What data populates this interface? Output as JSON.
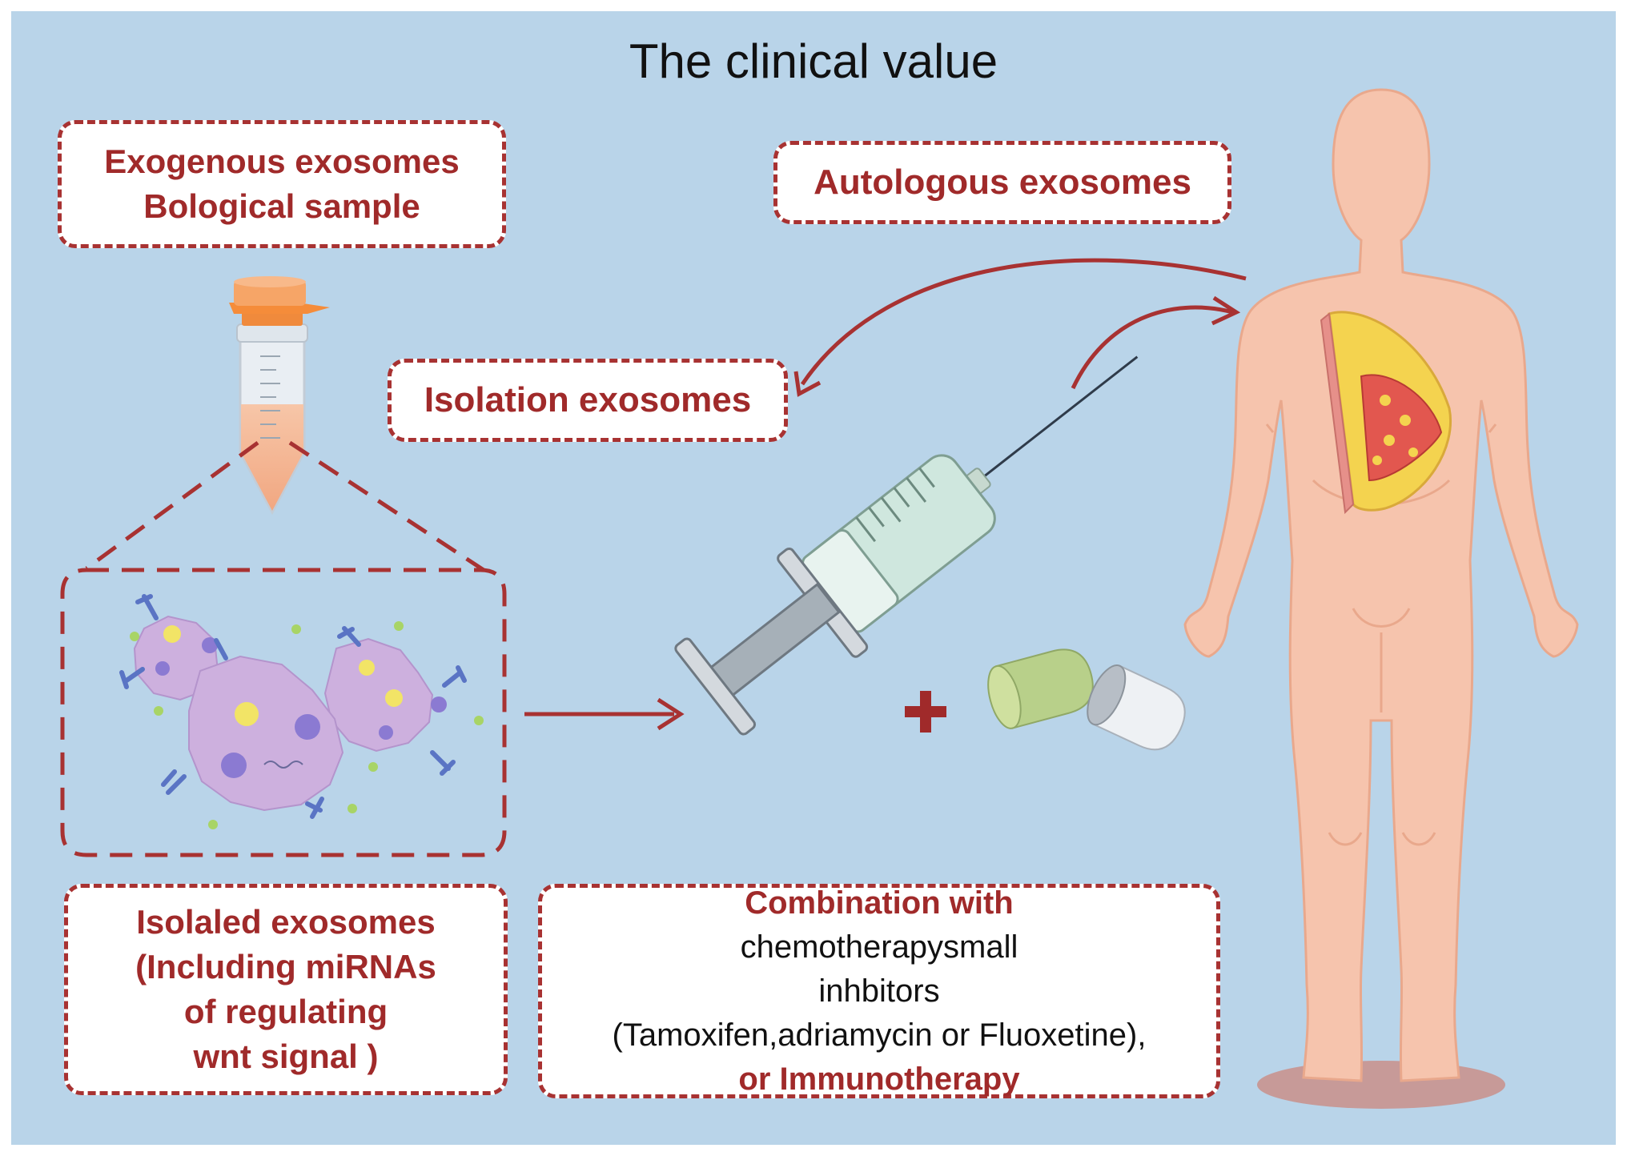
{
  "title": "The clinical value",
  "boxes": {
    "exogenous": {
      "line1": "Exogenous exosomes",
      "line2": "Bological sample"
    },
    "autologous": {
      "label": "Autologous exosomes"
    },
    "isolation": {
      "label": "Isolation exosomes"
    },
    "isolated": {
      "line1": "Isolaled exosomes",
      "line2": "(Including miRNAs",
      "line3": "of regulating",
      "line4": "wnt signal )"
    },
    "combination": {
      "line1": "Combination with",
      "line2": "chemotherapysmall",
      "line3": "inhbitors",
      "line4": "(Tamoxifen,adriamycin or Fluoxetine),",
      "line5": "or Immunotherapy"
    }
  },
  "colors": {
    "background": "#b9d4e9",
    "accent_red": "#a02a2a",
    "dashed_border": "#a83232",
    "skin": "#f6c4ad",
    "exosome": "#cdb0de",
    "tube_cap": "#f08a3c"
  },
  "icons": [
    "test-tube-icon",
    "exosome-cluster-icon",
    "syringe-icon",
    "plus-icon",
    "capsule-icon",
    "human-body-icon",
    "breast-tissue-icon"
  ]
}
